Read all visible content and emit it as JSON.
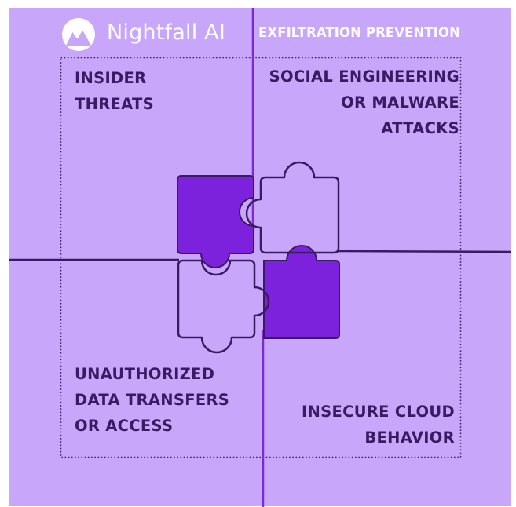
{
  "brand": {
    "name": "Nightfall AI",
    "logo_icon": "mountain-logo-icon"
  },
  "header": {
    "label": "EXFILTRATION PREVENTION"
  },
  "quadrants": {
    "top_left": {
      "lines": [
        "INSIDER",
        "THREATS"
      ]
    },
    "top_right": {
      "lines": [
        "SOCIAL ENGINEERING",
        "OR MALWARE",
        "ATTACKS"
      ]
    },
    "bottom_left": {
      "lines": [
        "UNAUTHORIZED",
        "DATA TRANSFERS",
        "OR ACCESS"
      ]
    },
    "bottom_right": {
      "lines": [
        "INSECURE CLOUD",
        "BEHAVIOR"
      ]
    }
  },
  "colors": {
    "background": "#c8a7fb",
    "dark_line": "#3a1b63",
    "purple_line": "#7a2bd6",
    "filled_piece": "#7c22dd",
    "text": "#3a1b63",
    "header_text": "#ffffff"
  }
}
